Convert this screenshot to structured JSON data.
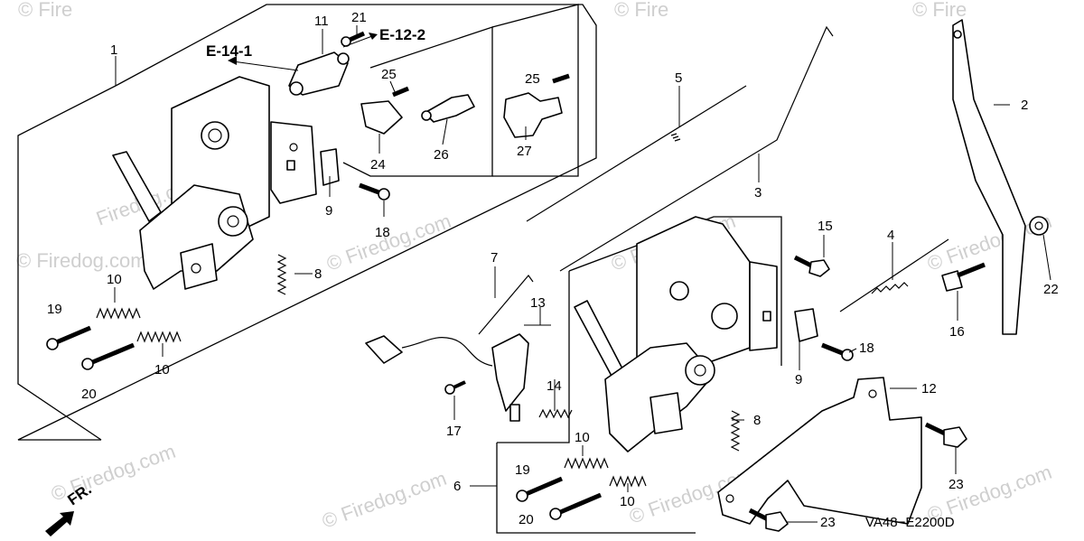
{
  "references": {
    "left": "E-14-1",
    "right": "E-12-2"
  },
  "callouts": {
    "n1": "1",
    "n2": "2",
    "n3": "3",
    "n4": "4",
    "n5": "5",
    "n6": "6",
    "n7": "7",
    "n8a": "8",
    "n8b": "8",
    "n9a": "9",
    "n9b": "9",
    "n10a": "10",
    "n10b": "10",
    "n10c": "10",
    "n10d": "10",
    "n11": "11",
    "n12": "12",
    "n13": "13",
    "n14": "14",
    "n15": "15",
    "n16": "16",
    "n17": "17",
    "n18a": "18",
    "n18b": "18",
    "n19a": "19",
    "n19b": "19",
    "n20a": "20",
    "n20b": "20",
    "n21": "21",
    "n22": "22",
    "n23a": "23",
    "n23b": "23",
    "n24": "24",
    "n25a": "25",
    "n25b": "25",
    "n26": "26",
    "n27": "27"
  },
  "front_label": "FR.",
  "diagram_code": "VA48−E2200D",
  "watermarks": {
    "main": "© Firedog.com",
    "short": "Firedog.com",
    "corner": "© Fire"
  },
  "colors": {
    "line": "#000000",
    "watermark": "#cfcfcf",
    "background": "#ffffff"
  }
}
